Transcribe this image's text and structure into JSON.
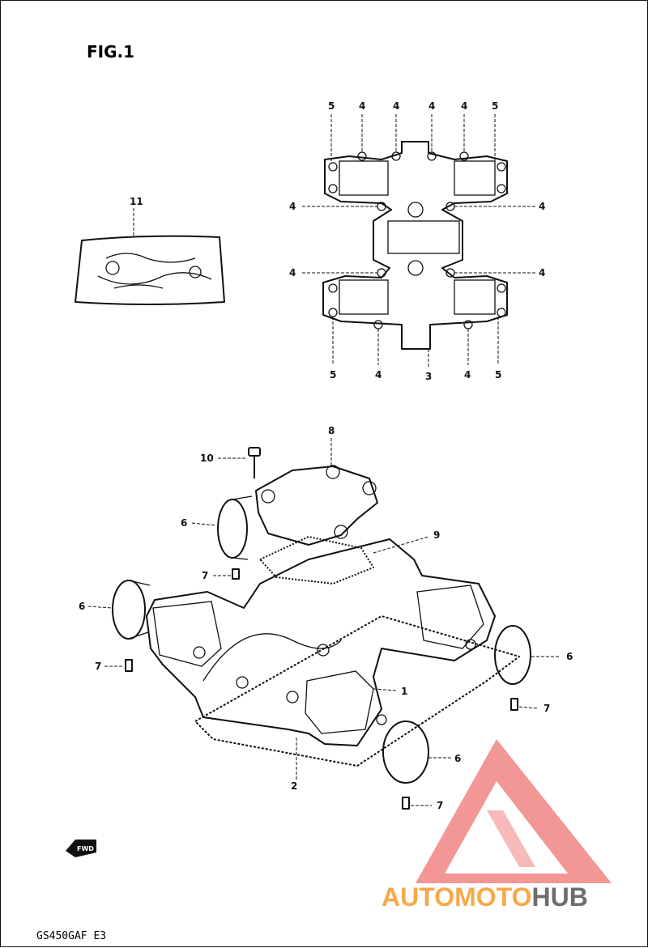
{
  "figure": {
    "title": "FIG.1",
    "model_code": "GS450GAF E3"
  },
  "callouts": {
    "c1": "1",
    "c2": "2",
    "c3": "3",
    "c4": "4",
    "c5": "5",
    "c6": "6",
    "c7": "7",
    "c8": "8",
    "c9": "9",
    "c10": "10",
    "c11": "11"
  },
  "fwd_badge": "FWD",
  "watermark": {
    "part1": "AUTOMOTO",
    "part2": "HUB",
    "color_primary": "#f28b8b",
    "color_light": "#f7b3b3",
    "color_orange": "#f7a94a",
    "color_gray": "#6d6d6d"
  }
}
